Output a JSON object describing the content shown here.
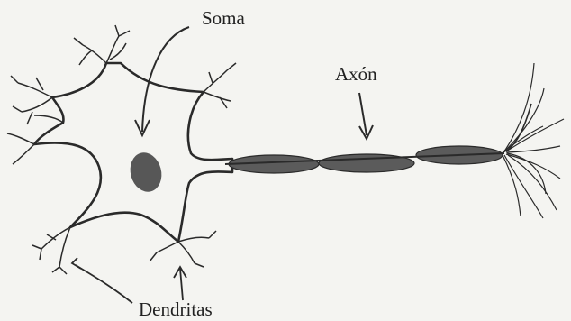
{
  "diagram": {
    "labels": {
      "soma": "Soma",
      "axon": "Axón",
      "dendrites": "Dendritas"
    },
    "colors": {
      "background": "#f4f4f1",
      "ink": "#222222",
      "nucleus": "#555555",
      "myelin": "#5b5b5b"
    }
  }
}
